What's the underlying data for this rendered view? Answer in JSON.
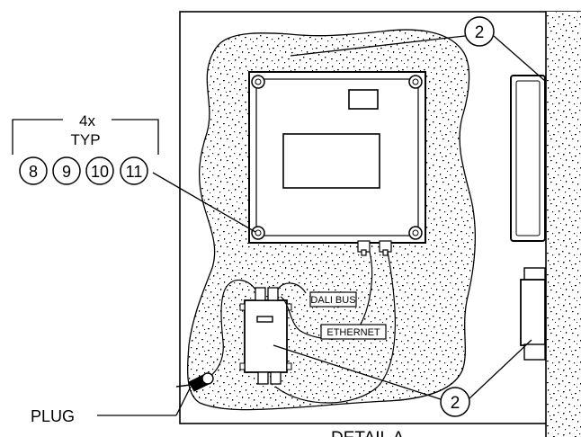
{
  "callouts": {
    "top_balloon": "2",
    "bottom_balloon": "2",
    "count": "4x",
    "typ": "TYP",
    "item_8": "8",
    "item_9": "9",
    "item_10": "10",
    "item_11": "11"
  },
  "labels": {
    "dali_bus": "DALI BUS",
    "ethernet": "ETHERNET",
    "plug": "PLUG",
    "detail": "DETAIL A"
  }
}
